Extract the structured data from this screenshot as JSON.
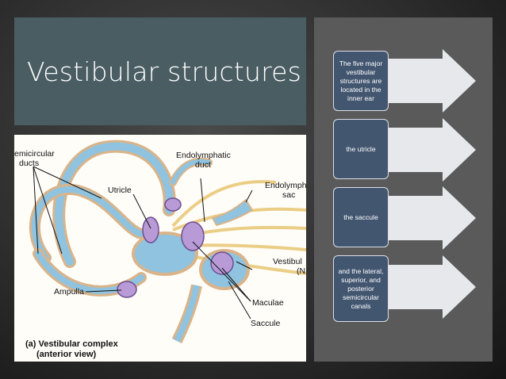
{
  "slide": {
    "title": "Vestibular structures"
  },
  "figure": {
    "labels": {
      "semicircular_ducts": "emicircular",
      "semicircular_ducts_line2": "ducts",
      "endolymphatic_duct": "Endolymphatic",
      "endolymphatic_duct_line2": "duct",
      "utricle": "Utricle",
      "endolymphatic_sac": "Endolymph",
      "endolymphatic_sac_line2": "sac",
      "vestibular_nerve": "Vestibul",
      "vestibular_nerve_line2": "(N",
      "ampulla": "Ampulla",
      "maculae": "Maculae",
      "saccule": "Saccule"
    },
    "caption_line1": "(a) Vestibular complex",
    "caption_line2": "(anterior view)"
  },
  "process": {
    "steps": [
      {
        "text": "The five major vestibular structures are located in the inner ear"
      },
      {
        "text": "the utricle"
      },
      {
        "text": "the saccule"
      },
      {
        "text": "and the lateral, superior, and posterior semicircular canals"
      }
    ],
    "colors": {
      "step_fill": "#435670",
      "arrow_fill": "#e6e8ec",
      "panel": "#5a5a5a"
    }
  }
}
